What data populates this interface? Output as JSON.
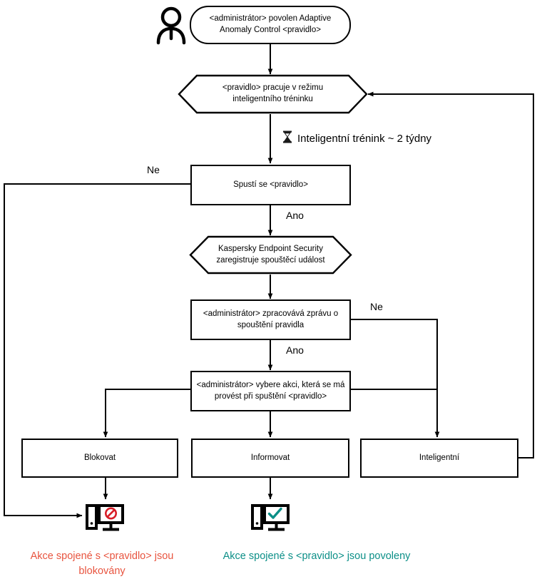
{
  "diagram": {
    "title": "Adaptive Anomaly Control rule workflow",
    "language": "cs",
    "colors": {
      "stroke": "#000000",
      "background": "#ffffff",
      "blocked_text": "#e8543f",
      "allowed_text": "#0b8f87",
      "block_badge": "#d81e28",
      "check_badge": "#0b8f87"
    }
  },
  "nodes": {
    "start": {
      "shape": "stadium",
      "label": "<administrátor> povolen Adaptive Anomaly Control <pravidlo>"
    },
    "smart_training_mode": {
      "shape": "hexagon",
      "label": "<pravidlo> pracuje v režimu inteligentního tréninku"
    },
    "rule_triggers": {
      "shape": "rect",
      "label": "Spustí se <pravidlo>"
    },
    "kes_registers": {
      "shape": "hexagon",
      "label": "Kaspersky Endpoint Security zaregistruje spouštěcí událost"
    },
    "admin_processes": {
      "shape": "rect",
      "label": "<administrátor> zpracovává zprávu o spouštění pravidla"
    },
    "admin_selects": {
      "shape": "rect",
      "label": "<administrátor> vybere akci, která se má provést při spuštění <pravidlo>"
    },
    "action_block": {
      "shape": "rect",
      "label": "Blokovat"
    },
    "action_inform": {
      "shape": "rect",
      "label": "Informovat"
    },
    "action_smart": {
      "shape": "rect",
      "label": "Inteligentní"
    }
  },
  "edge_labels": {
    "training_duration": "Inteligentní trénink ~ 2 týdny",
    "trigger_no": "Ne",
    "trigger_yes": "Ano",
    "process_no": "Ne",
    "process_yes": "Ano"
  },
  "icons": {
    "actor": "person-icon",
    "timer": "hourglass-icon",
    "blocked_computer": "computer-blocked-icon",
    "allowed_computer": "computer-allowed-icon"
  },
  "captions": {
    "blocked": "Akce spojené s <pravidlo> jsou\nblokovány",
    "allowed": "Akce spojené s <pravidlo> jsou povoleny"
  }
}
